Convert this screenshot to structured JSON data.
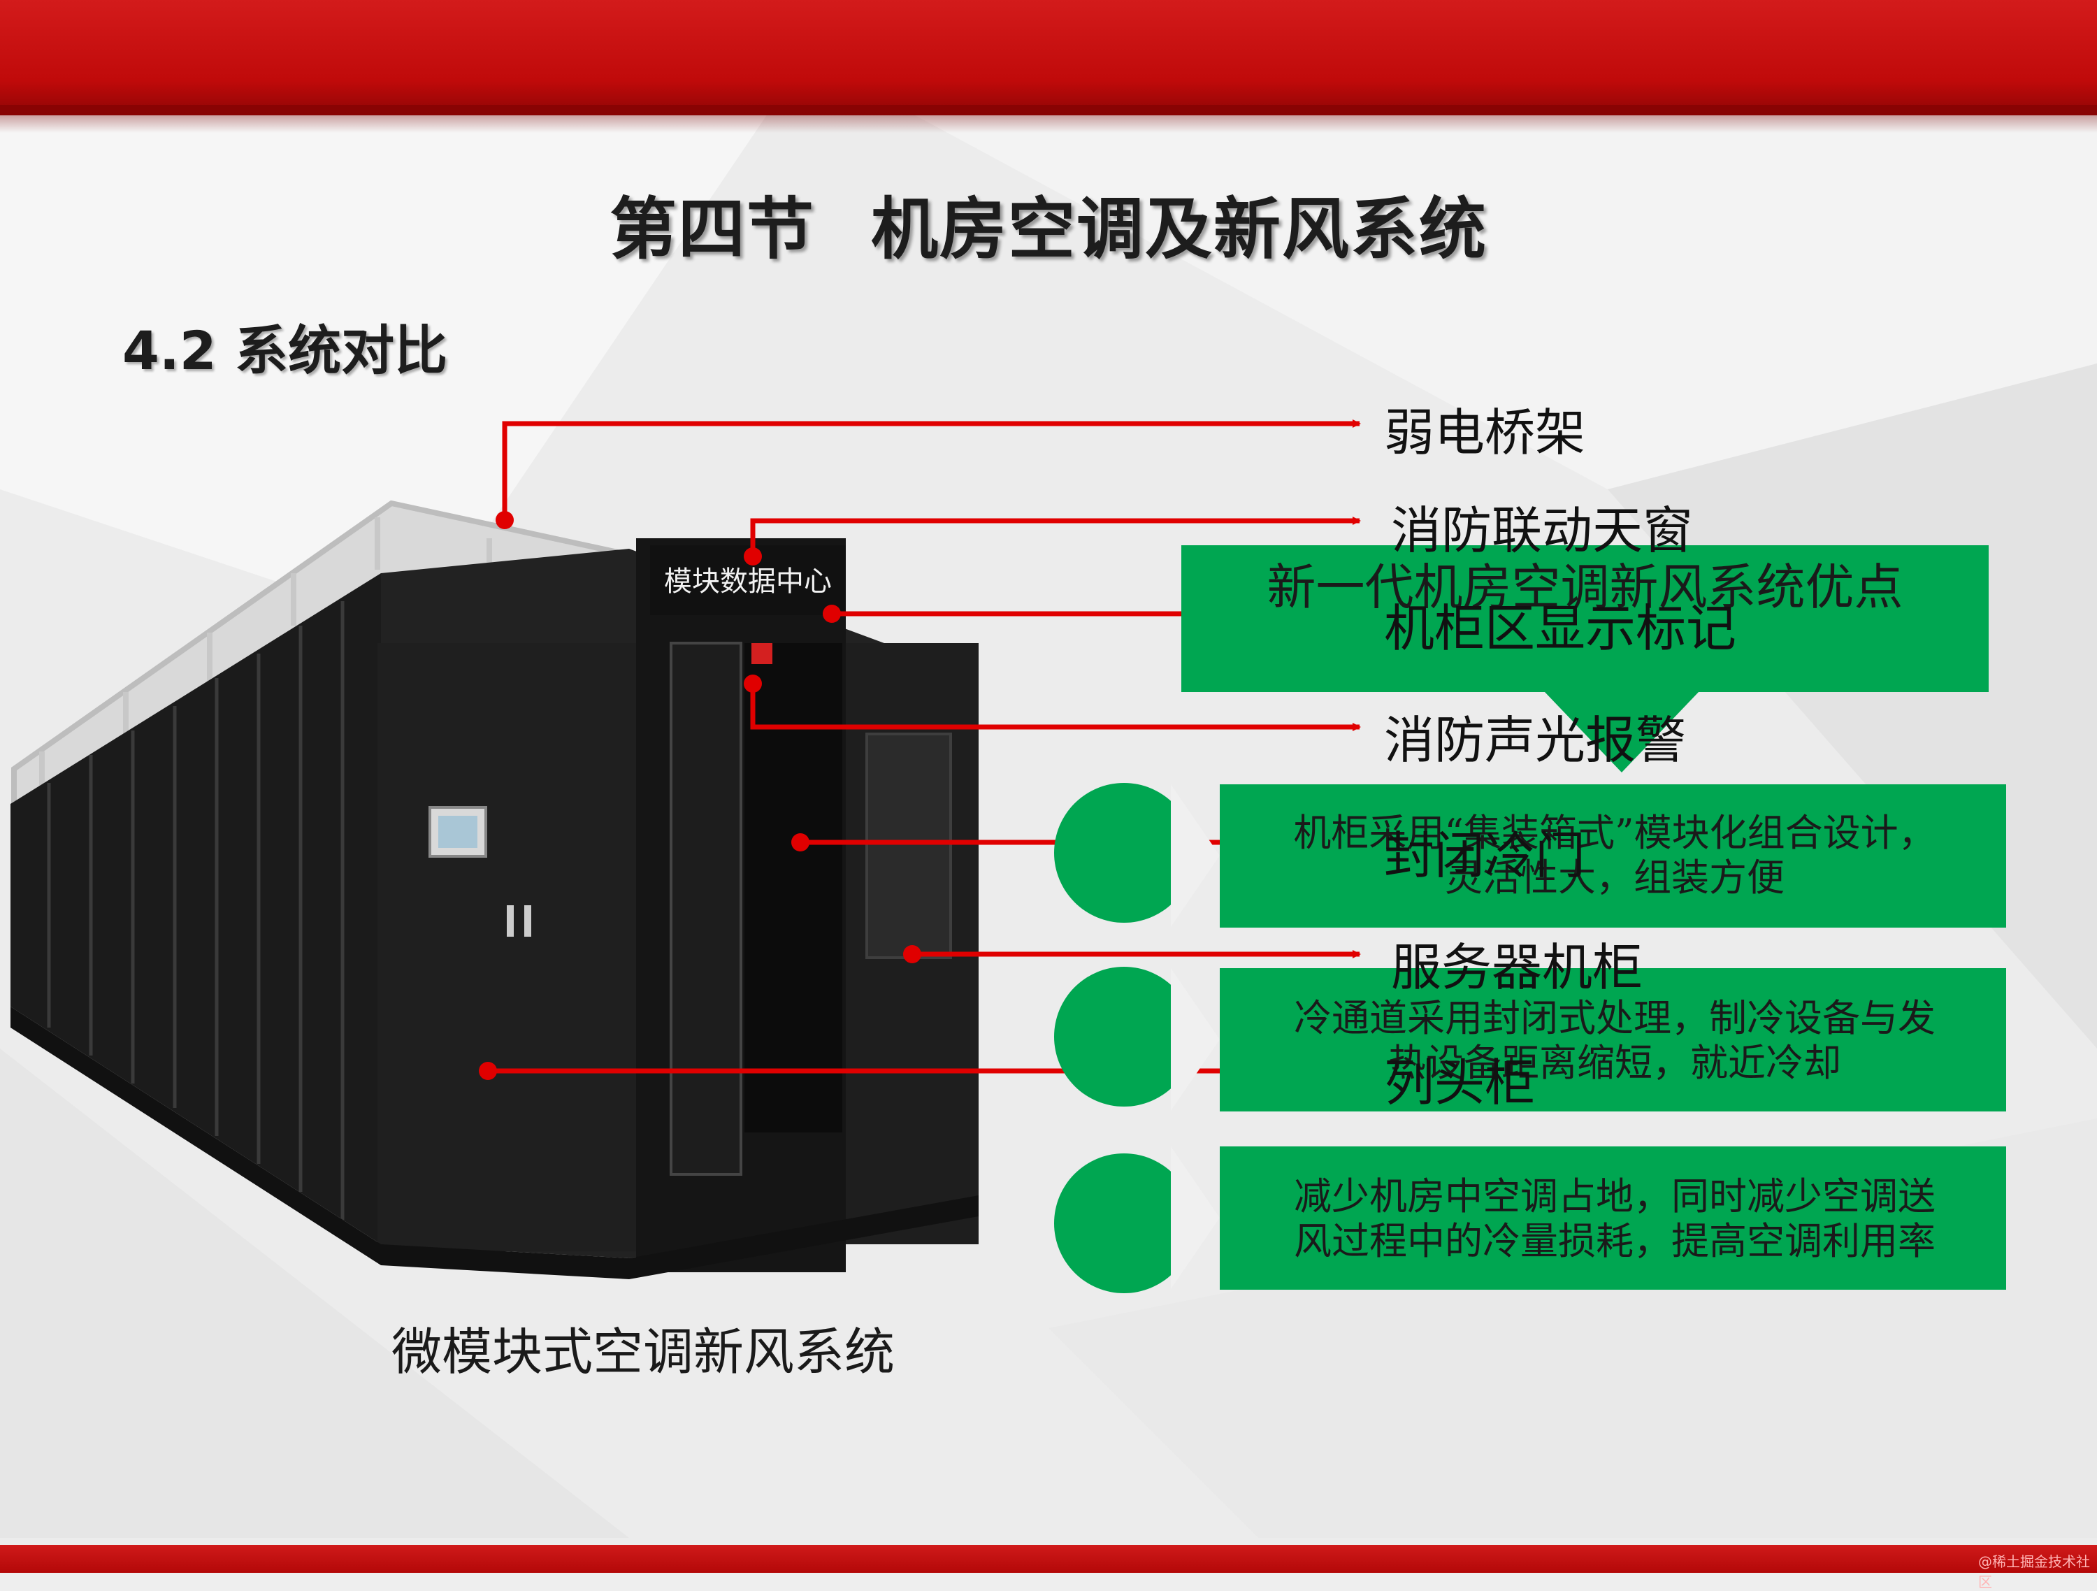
{
  "slide": {
    "title_part1": "第四节",
    "title_part2": "机房空调及新风系统",
    "section_heading": "4.2 系统对比",
    "caption": "微模块式空调新风系统"
  },
  "product": {
    "sign_text": "模块数据中心"
  },
  "callouts": [
    {
      "label": "弱电桥架"
    },
    {
      "label": "消防联动天窗"
    },
    {
      "label": "机柜区显示标记"
    },
    {
      "label": "消防声光报警"
    },
    {
      "label": "封闭冷门"
    },
    {
      "label": "服务器机柜"
    },
    {
      "label": "列头柜"
    }
  ],
  "advantages": {
    "header": "新一代机房空调新风系统优点",
    "items": [
      {
        "text_line1": "机柜采用“集装箱式”模块化组合设计，",
        "text_line2": "灵活性大，组装方便"
      },
      {
        "text_line1": "冷通道采用封闭式处理，制冷设备与发",
        "text_line2": "热设备距离缩短，就近冷却"
      },
      {
        "text_line1": "减少机房中空调占地，同时减少空调送",
        "text_line2": "风过程中的冷量损耗，提高空调利用率"
      }
    ]
  },
  "watermark": "@稀土掘金技术社区",
  "colors": {
    "band_red": "#c00a0a",
    "arrow_red": "#e00000",
    "accent_green": "#00a651"
  }
}
